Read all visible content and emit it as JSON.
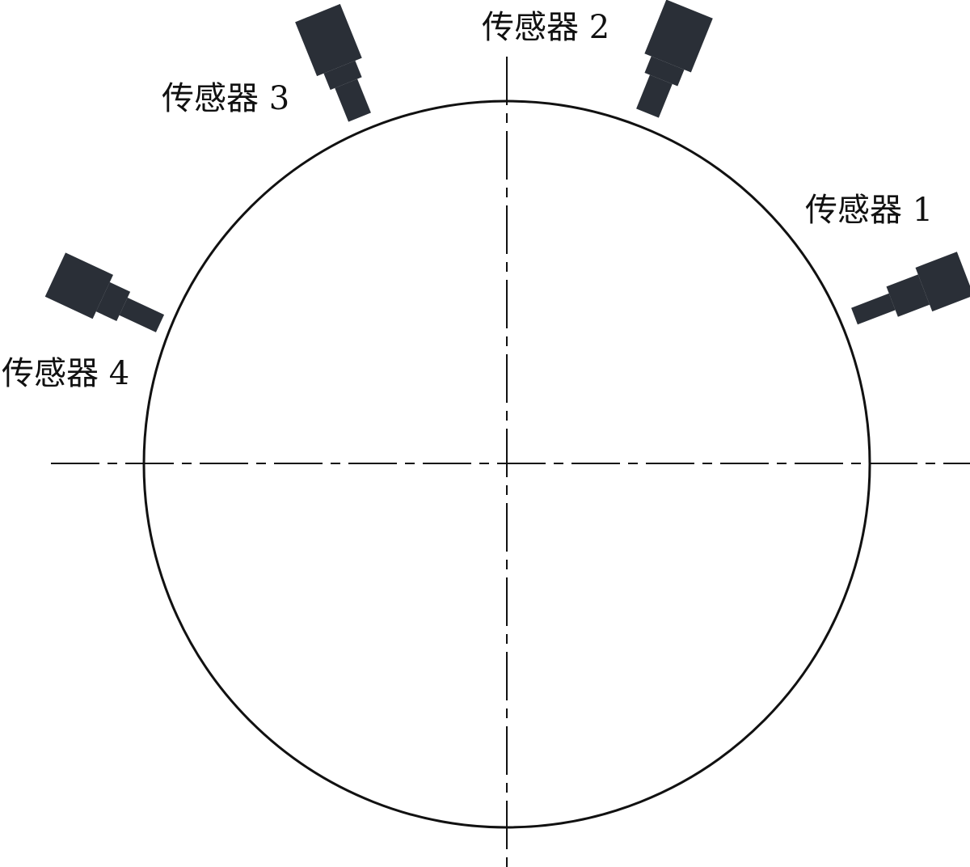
{
  "colors": {
    "background": "#ffffff",
    "line": "#111111",
    "sensor_body": "#2a2f37"
  },
  "sensors": [
    {
      "label": "传感器 1"
    },
    {
      "label": "传感器 2"
    },
    {
      "label": "传感器 3"
    },
    {
      "label": "传感器 4"
    }
  ]
}
